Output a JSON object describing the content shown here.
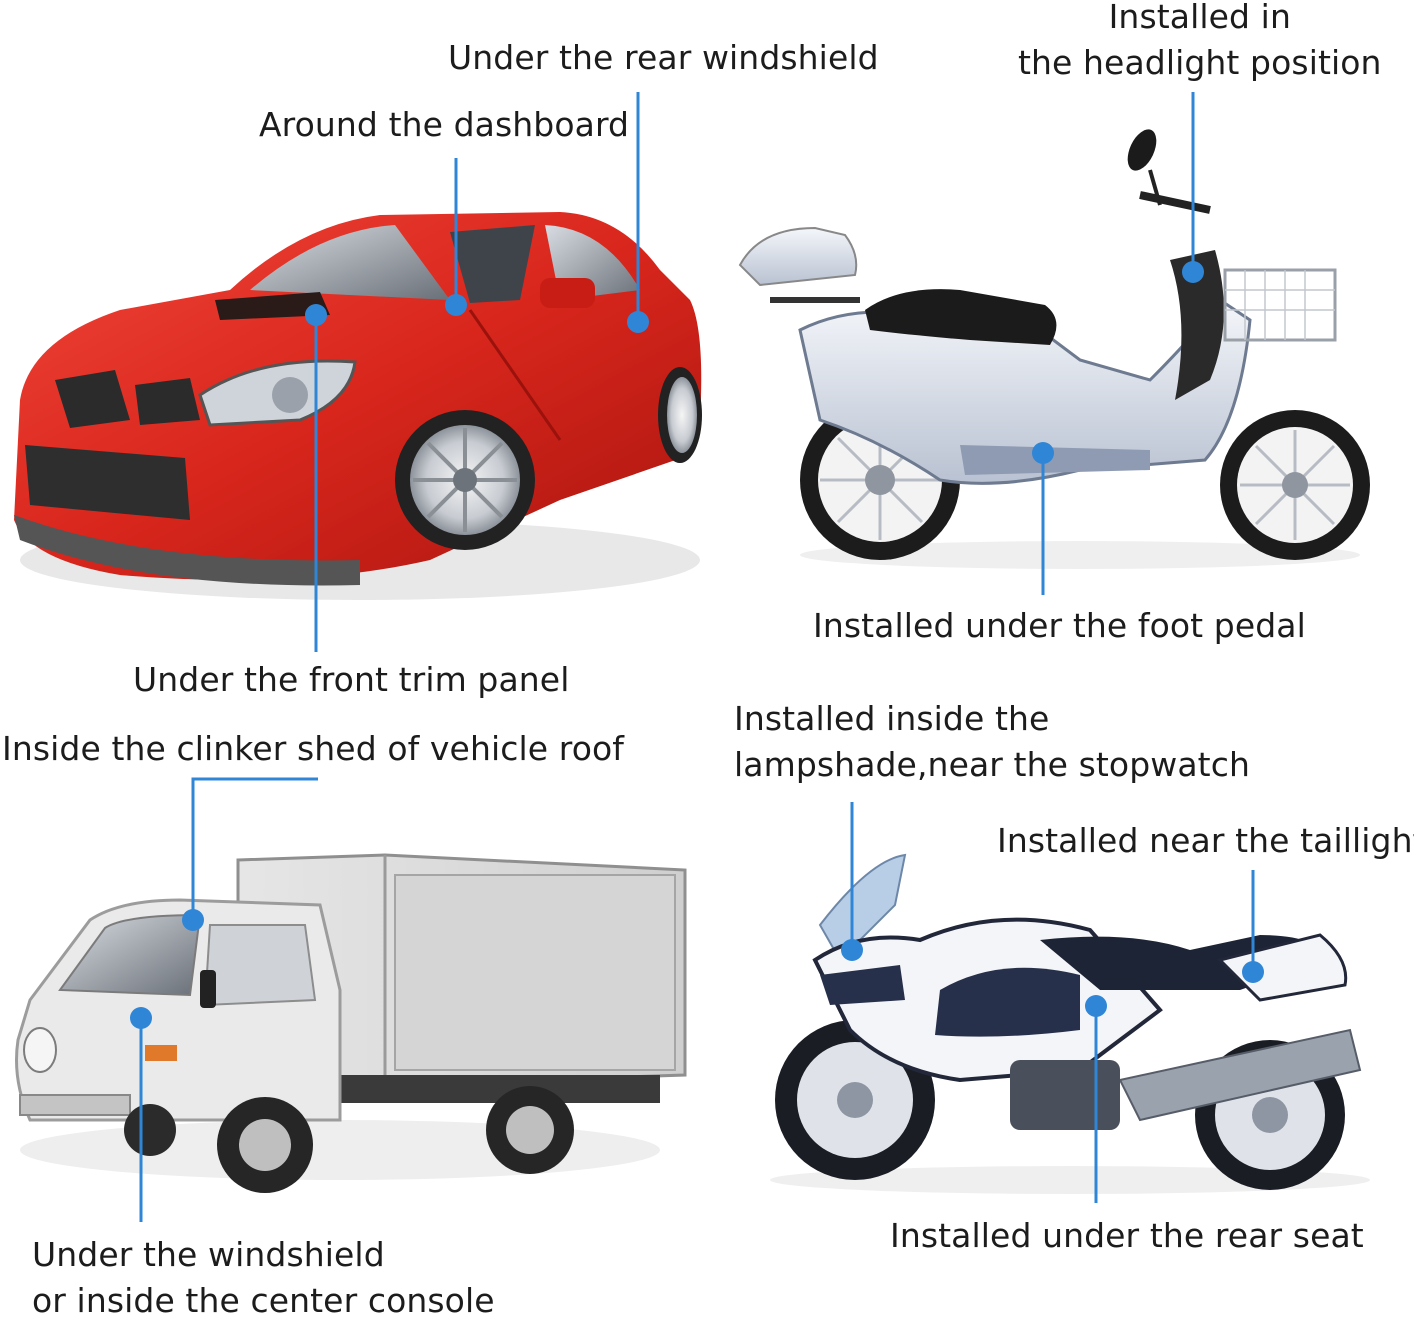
{
  "theme": {
    "callout_color": "#2f86d6",
    "text_color": "#1c1c1c",
    "car_color": "#e3261d"
  },
  "vehicles": {
    "car": {
      "icon": "sedan-car",
      "callouts": {
        "rear_windshield": "Under the rear windshield",
        "dashboard": "Around the dashboard",
        "front_trim": "Under the front trim panel"
      }
    },
    "scooter": {
      "icon": "electric-scooter",
      "callouts": {
        "headlight": [
          "Installed in",
          "the headlight position"
        ],
        "foot_pedal": "Installed under the foot pedal"
      }
    },
    "truck": {
      "icon": "box-truck",
      "callouts": {
        "roof_shed": "Inside the clinker shed of vehicle roof",
        "windshield": [
          "Under the windshield",
          "or inside the center console"
        ]
      }
    },
    "motorcycle": {
      "icon": "sport-motorcycle",
      "callouts": {
        "lampshade": [
          "Installed inside the",
          "lampshade,near the stopwatch"
        ],
        "taillights": "Installed near the taillights",
        "rear_seat": "Installed under the rear seat"
      }
    }
  }
}
